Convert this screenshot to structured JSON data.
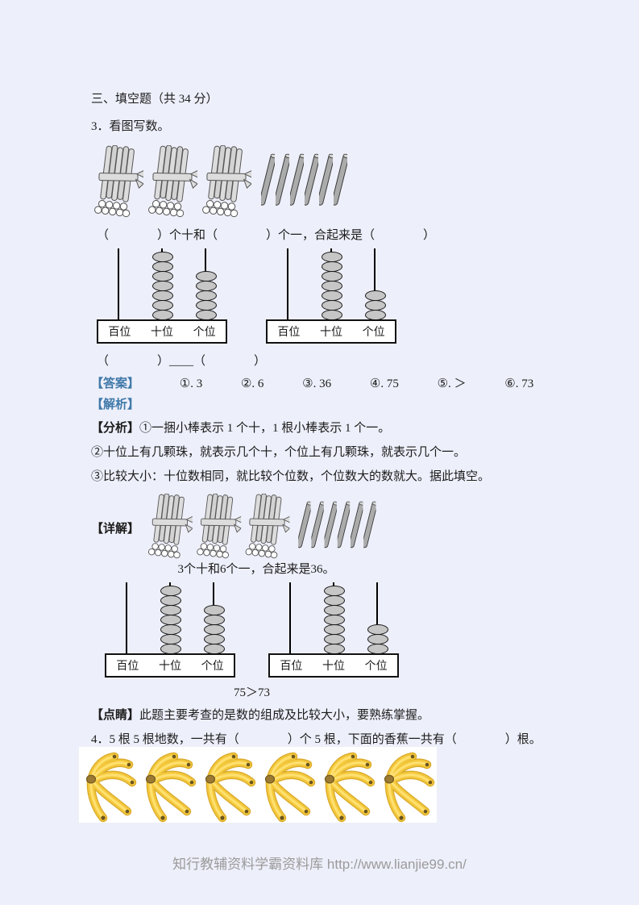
{
  "page": {
    "bg": "#edeffa",
    "accent_blue": "#3e78a8"
  },
  "section": {
    "heading": "三、填空题（共 34 分）"
  },
  "q3": {
    "title": "3．看图写数。",
    "blank_line": "（　　　　）个十和（　　　　）个一，合起来是（　　　　）",
    "compare_line": "（　　　　）____（　　　　）",
    "sticks": {
      "bundles": 3,
      "singles": 6
    },
    "abacus_labels": [
      "百位",
      "十位",
      "个位"
    ],
    "abacus_left": {
      "hundreds": 0,
      "tens": 7,
      "ones": 5
    },
    "abacus_right": {
      "hundreds": 0,
      "tens": 7,
      "ones": 3
    }
  },
  "answer": {
    "label": "【答案】",
    "items": [
      "①. 3",
      "②. 6",
      "③. 36",
      "④. 75",
      "⑤. ＞",
      "⑥. 73"
    ]
  },
  "analysis": {
    "jiexi_label": "【解析】",
    "fenxi_label": "【分析】",
    "line1": "①一捆小棒表示 1 个十，1 根小棒表示 1 个一。",
    "line2": "②十位上有几颗珠，就表示几个十，个位上有几颗珠，就表示几个一。",
    "line3": "③比较大小：十位数相同，就比较个位数，个位数大的数就大。据此填空。"
  },
  "detail": {
    "label": "【详解】",
    "sticks": {
      "bundles": 3,
      "singles": 6
    },
    "caption": "3个十和6个一，合起来是36。",
    "comparison": "75＞73",
    "abacus_left": {
      "hundreds": 0,
      "tens": 7,
      "ones": 5
    },
    "abacus_right": {
      "hundreds": 0,
      "tens": 7,
      "ones": 3
    }
  },
  "dianjing": {
    "label": "【点睛】",
    "text": "此题主要考查的是数的组成及比较大小，要熟练掌握。"
  },
  "q4": {
    "text": "4．5 根 5 根地数，一共有（　　　　）个 5 根，下面的香蕉一共有（　　　　）根。",
    "banana_bunches": 6
  },
  "footer": {
    "text": "知行教辅资料学霸资料库 http://www.lianjie99.cn/"
  }
}
